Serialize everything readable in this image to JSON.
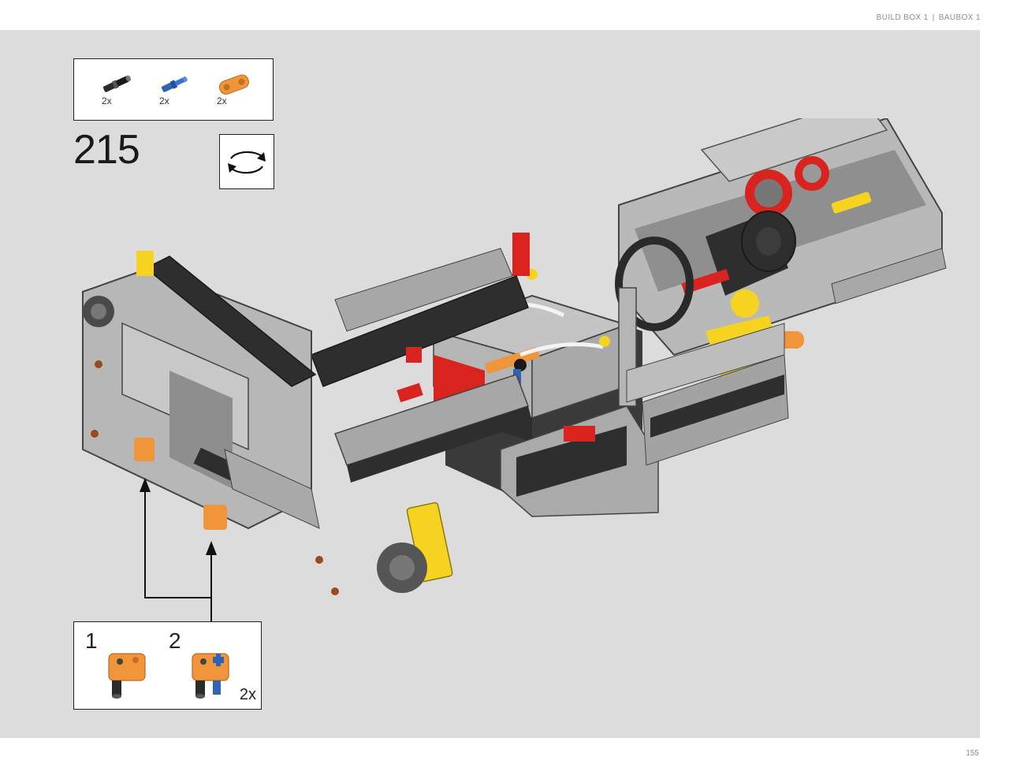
{
  "header": {
    "left": "BUILD BOX 1",
    "separator": "|",
    "right": "BAUBOX 1"
  },
  "parts": [
    {
      "name": "black-pin",
      "color": "#2b2b2b",
      "qty": "2x"
    },
    {
      "name": "blue-axle-pin",
      "color": "#2f63b8",
      "qty": "2x"
    },
    {
      "name": "orange-connector",
      "color": "#f0953a",
      "qty": "2x"
    }
  ],
  "step": {
    "number": "215"
  },
  "rotate": {
    "icon": "rotate-model-icon"
  },
  "callout": {
    "steps": [
      "1",
      "2"
    ],
    "qty": "2x"
  },
  "colors": {
    "background": "#dcdcdc",
    "light_gray": "#b9b9b9",
    "dark_gray": "#2e2e2e",
    "red": "#d8231f",
    "orange": "#f0953a",
    "yellow": "#f5d320",
    "blue": "#2f63b8"
  },
  "page": {
    "number": "155"
  }
}
